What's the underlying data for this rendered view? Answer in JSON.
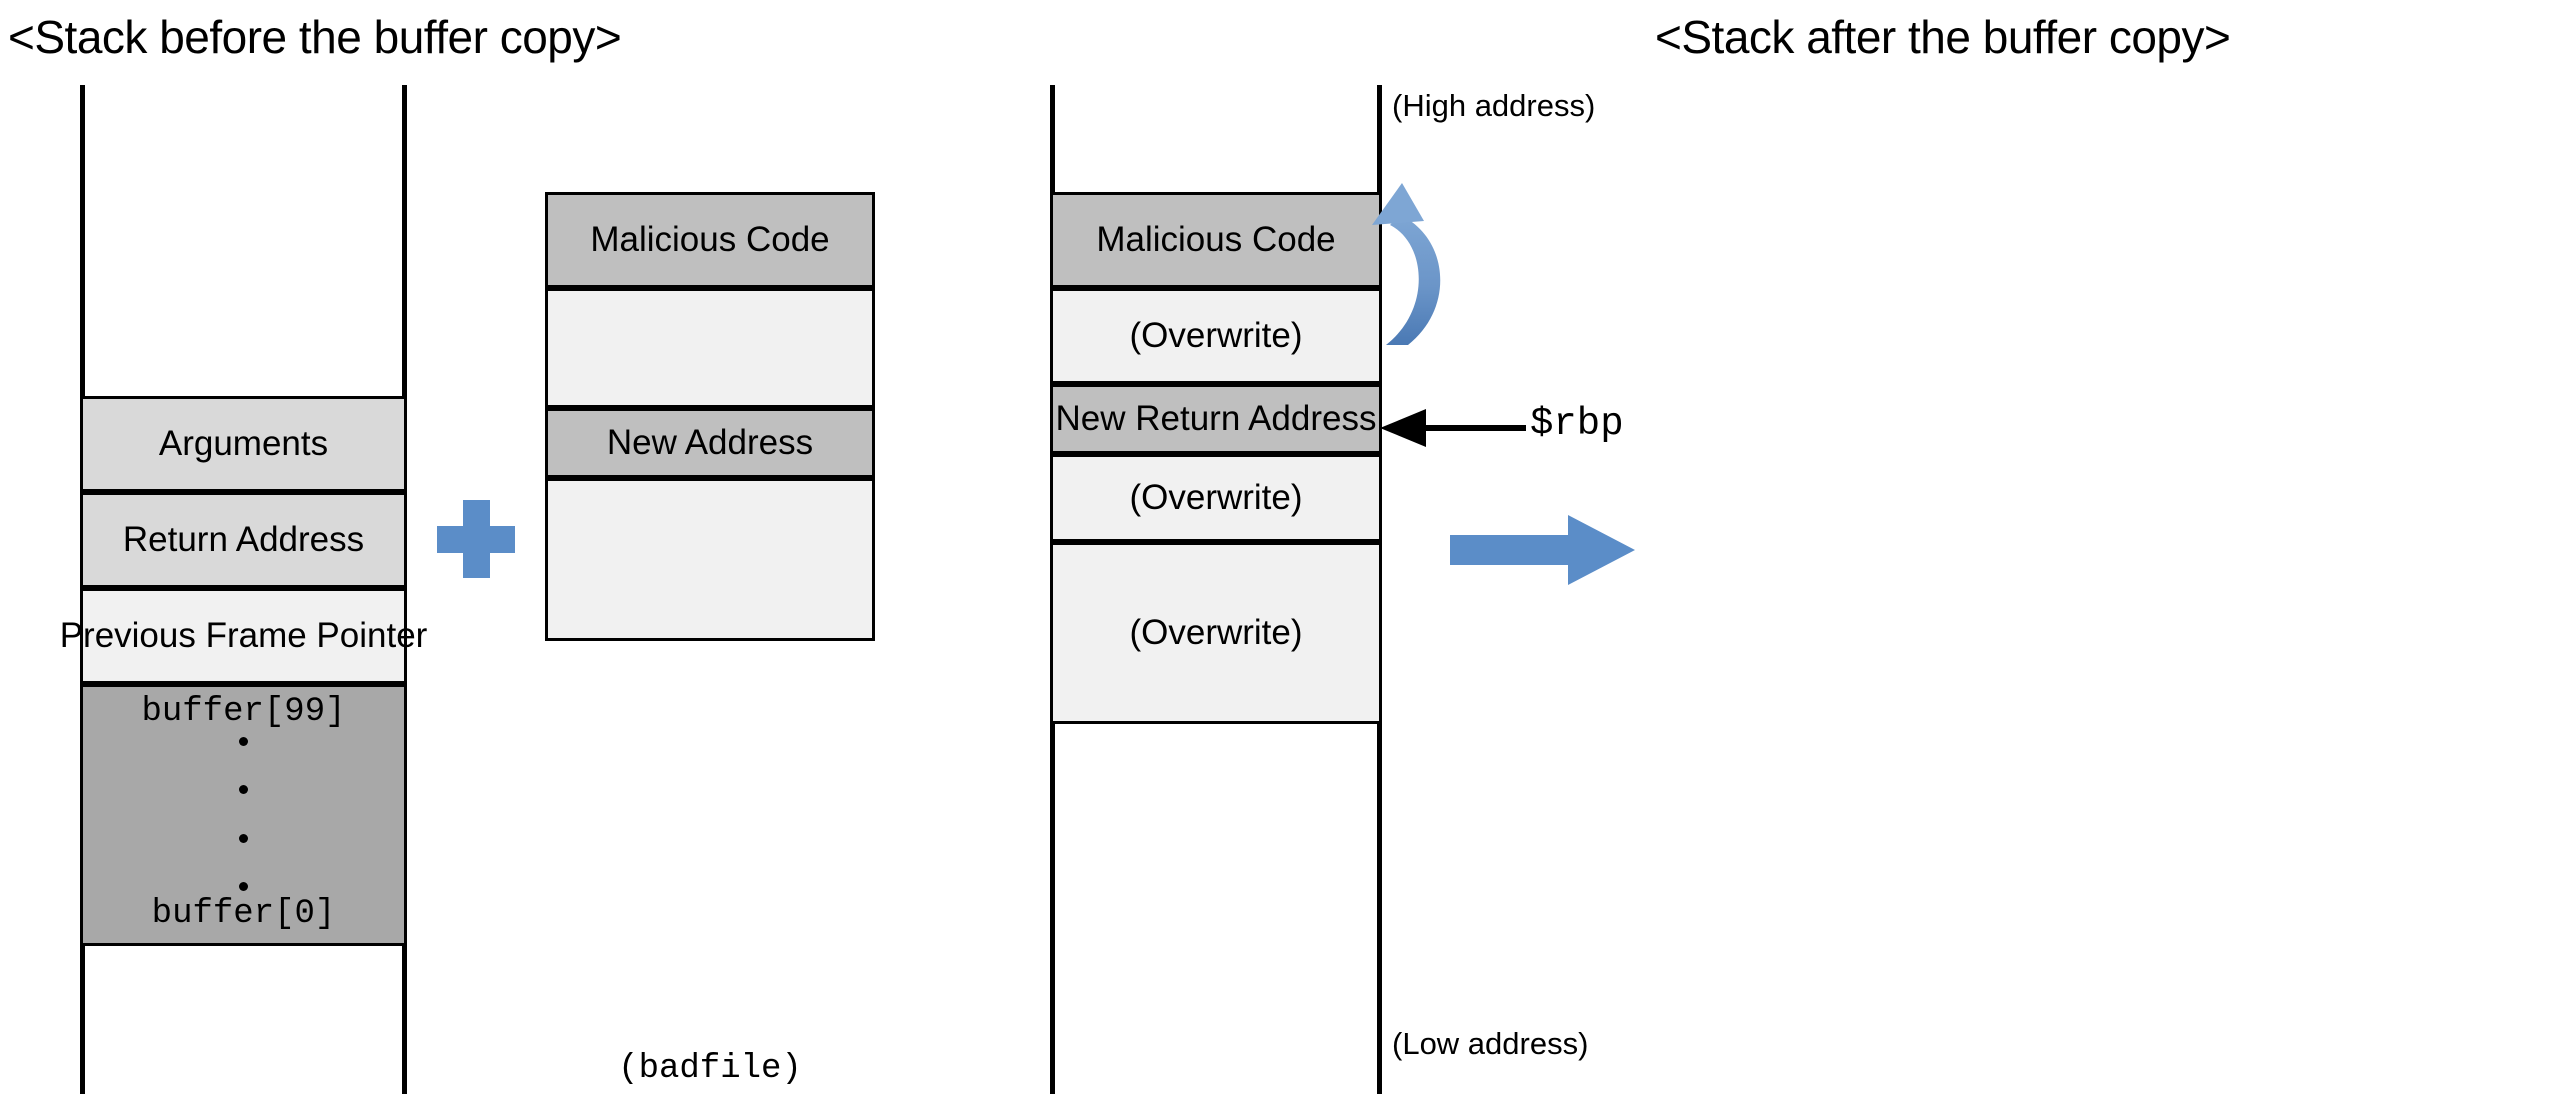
{
  "titles": {
    "before": "<Stack before the buffer copy>",
    "after": "<Stack after the buffer copy>"
  },
  "colors": {
    "accent_blue": "#5B8DC8",
    "row_light": "#f1f1f1",
    "row_medium": "#d9d9d9",
    "row_gray": "#bfbfbf",
    "row_buffer": "#a8a8a8",
    "outline": "#000000"
  },
  "left_stack": {
    "name": "Stack before the buffer copy",
    "rows": [
      {
        "label": "Arguments",
        "fill": "#d9d9d9",
        "mono": false
      },
      {
        "label": "Return Address",
        "fill": "#d9d9d9",
        "mono": false
      },
      {
        "label": "Previous Frame Pointer",
        "fill": "#f1f1f1",
        "mono": false
      }
    ],
    "buffer": {
      "top_label": "buffer[99]",
      "bottom_label": "buffer[0]",
      "dot_count": 4,
      "fill": "#a8a8a8"
    }
  },
  "operator": {
    "symbol": "plus",
    "name": "plus-sign"
  },
  "middle_box": {
    "caption": "(badfile)",
    "rows": [
      {
        "label": "Malicious Code",
        "fill": "#bfbfbf"
      },
      {
        "label": "",
        "fill": "#f1f1f1"
      },
      {
        "label": "New Address",
        "fill": "#bfbfbf"
      },
      {
        "label": "",
        "fill": "#f1f1f1"
      }
    ]
  },
  "transform_arrow": {
    "direction": "right",
    "color": "#5B8DC8"
  },
  "right_stack": {
    "name": "Stack after the buffer copy",
    "rows": [
      {
        "label": "Malicious Code",
        "fill": "#bfbfbf"
      },
      {
        "label": "(Overwrite)",
        "fill": "#f1f1f1"
      },
      {
        "label": "New Return Address",
        "fill": "#bfbfbf"
      },
      {
        "label": "(Overwrite)",
        "fill": "#f1f1f1"
      },
      {
        "label": "(Overwrite)",
        "fill": "#f1f1f1"
      }
    ],
    "annotations": {
      "high_address": "(High address)",
      "low_address": "(Low address)",
      "frame_pointer_label": "$rbp",
      "jump_arrow_color": "#5B8DC8"
    }
  }
}
